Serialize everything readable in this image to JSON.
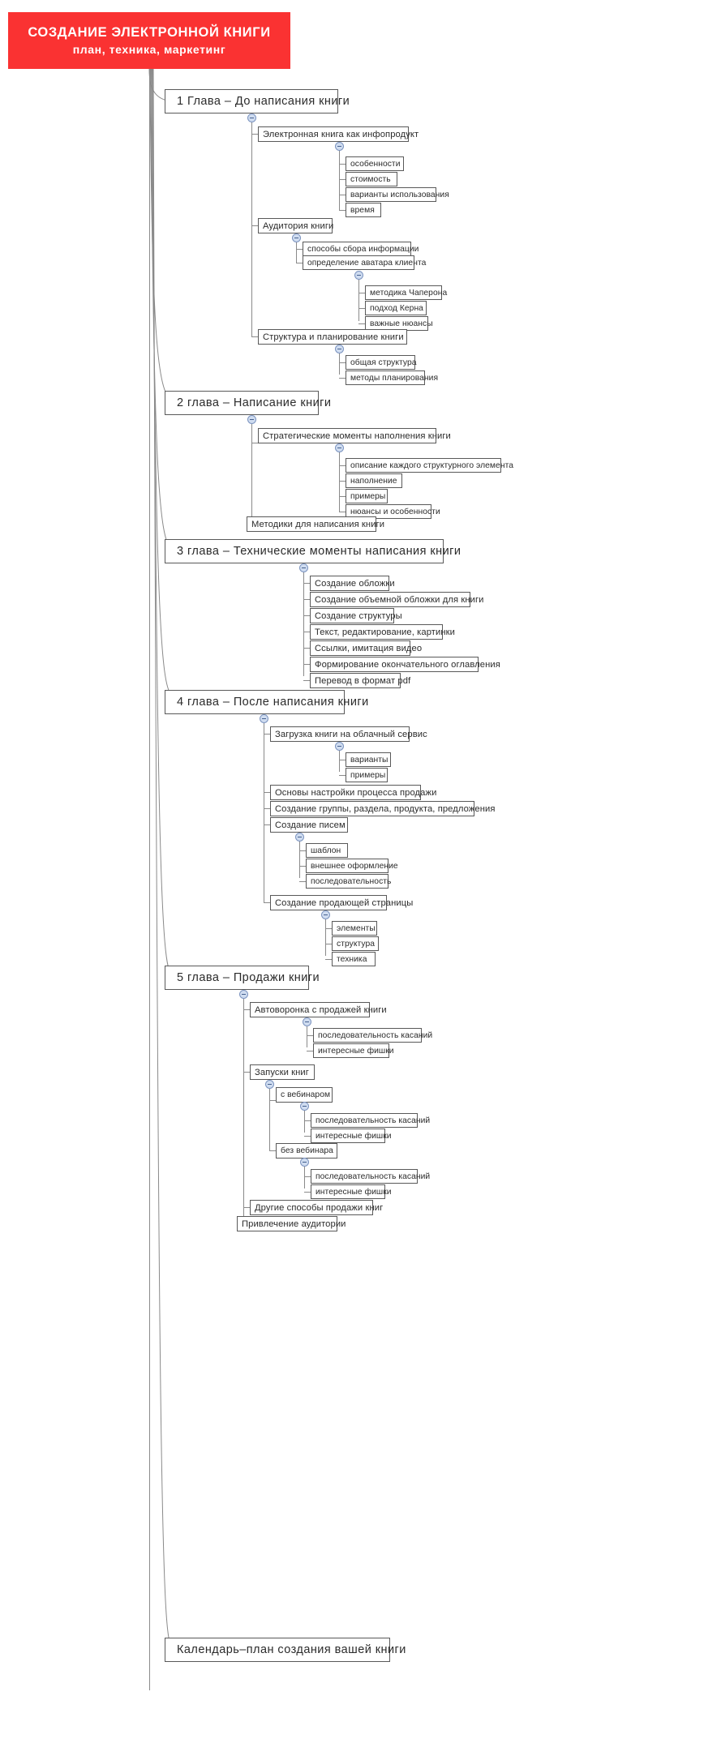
{
  "root": {
    "title_line1": "СОЗДАНИЕ ЭЛЕКТРОННОЙ КНИГИ",
    "title_line2": "план, техника, маркетинг",
    "color": "#fa3232"
  },
  "colors": {
    "banner": "#fa3232",
    "node_border": "#595959",
    "line": "#8a8a8a",
    "toggle_fill": "#cfdcf0",
    "toggle_border": "#7b93bf",
    "text": "#2b2b2b"
  },
  "chapters": [
    {
      "id": "ch1",
      "label": "1 Глава – До написания книги",
      "topics": [
        {
          "label": "Электронная книга как инфопродукт",
          "children": [
            "особенности",
            "стоимость",
            "варианты использования",
            "время"
          ]
        },
        {
          "label": "Аудитория книги",
          "children": [
            "способы сбора информации",
            "определение аватара клиента"
          ]
        },
        {
          "label": "",
          "children": [
            "методика Чаперона",
            "подход Керна",
            "важные нюансы"
          ]
        },
        {
          "label": "Структура и планирование книги",
          "children": [
            "общая структура",
            "методы планирования"
          ]
        }
      ]
    },
    {
      "id": "ch2",
      "label": "2 глава – Написание книги",
      "topics": [
        {
          "label": "Стратегические моменты наполнения книги",
          "children": [
            "описание каждого структурного элемента",
            "наполнение",
            "примеры",
            "нюансы и особенности"
          ]
        },
        {
          "label": "Методики для написания книги",
          "children": []
        }
      ]
    },
    {
      "id": "ch3",
      "label": "3 глава – Технические моменты написания книги",
      "topics": [
        {
          "label": "Создание обложки",
          "children": []
        },
        {
          "label": "Создание объемной обложки для книги",
          "children": []
        },
        {
          "label": "Создание структуры",
          "children": []
        },
        {
          "label": "Текст, редактирование, картинки",
          "children": []
        },
        {
          "label": "Ссылки, имитация видео",
          "children": []
        },
        {
          "label": "Формирование окончательного оглавления",
          "children": []
        },
        {
          "label": "Перевод в формат pdf",
          "children": []
        }
      ]
    },
    {
      "id": "ch4",
      "label": "4 глава – После написания книги",
      "topics": [
        {
          "label": "Загрузка книги на облачный сервис",
          "children": [
            "варианты",
            "примеры"
          ]
        },
        {
          "label": "Основы настройки процесса продажи",
          "children": []
        },
        {
          "label": "Создание группы, раздела, продукта, предложения",
          "children": []
        },
        {
          "label": "Создание писем",
          "children": [
            "шаблон",
            "внешнее оформление",
            "последовательность"
          ]
        },
        {
          "label": "Создание продающей страницы",
          "children": [
            "элементы",
            "структура",
            "техника"
          ]
        }
      ]
    },
    {
      "id": "ch5",
      "label": "5 глава – Продажи книги",
      "topics": [
        {
          "label": "Автоворонка с продажей книги",
          "children": [
            "последовательность касаний",
            "интересные фишки"
          ]
        },
        {
          "label": "Запуски книг",
          "children": []
        },
        {
          "label": "с вебинаром",
          "children": [
            "последовательность касаний",
            "интересные фишки"
          ]
        },
        {
          "label": "без вебинара",
          "children": [
            "последовательность касаний",
            "интересные фишки"
          ]
        },
        {
          "label": "Другие способы продажи книг",
          "children": []
        },
        {
          "label": "Привлечение аудитории",
          "children": []
        }
      ]
    }
  ],
  "footer": {
    "label": "Календарь–план создания вашей книги"
  }
}
